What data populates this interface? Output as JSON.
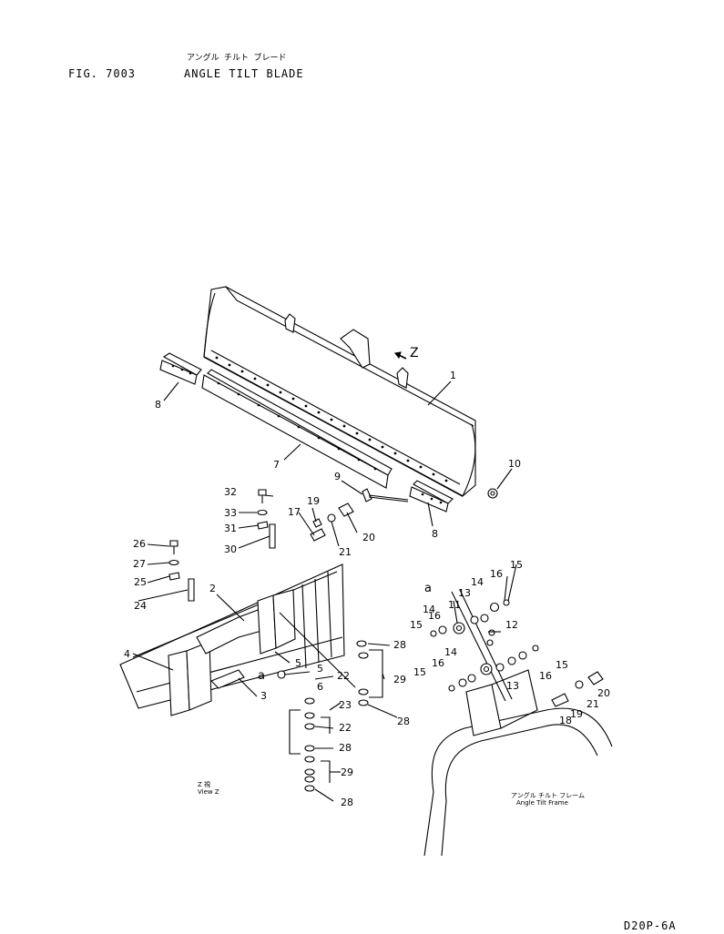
{
  "header": {
    "figure_number": "FIG. 7003",
    "title_japanese": "アングル チルト ブレード",
    "title_english": "ANGLE TILT BLADE"
  },
  "footer": {
    "document_code": "D20P-6A"
  },
  "annotations": {
    "view_direction": "Z",
    "view_z_japanese": "Z 視",
    "view_z_english": "View Z",
    "frame_japanese": "アングル チルト フレーム",
    "frame_english": "Angle Tilt Frame",
    "point_marker": "a"
  },
  "callouts": [
    "1",
    "2",
    "3",
    "4",
    "5",
    "5",
    "6",
    "7",
    "8",
    "8",
    "9",
    "10",
    "11",
    "12",
    "13",
    "13",
    "14",
    "14",
    "14",
    "15",
    "15",
    "15",
    "15",
    "16",
    "16",
    "16",
    "16",
    "17",
    "18",
    "19",
    "19",
    "20",
    "20",
    "21",
    "21",
    "22",
    "22",
    "23",
    "24",
    "25",
    "26",
    "27",
    "28",
    "28",
    "28",
    "28",
    "29",
    "29",
    "30",
    "31",
    "32",
    "33"
  ]
}
